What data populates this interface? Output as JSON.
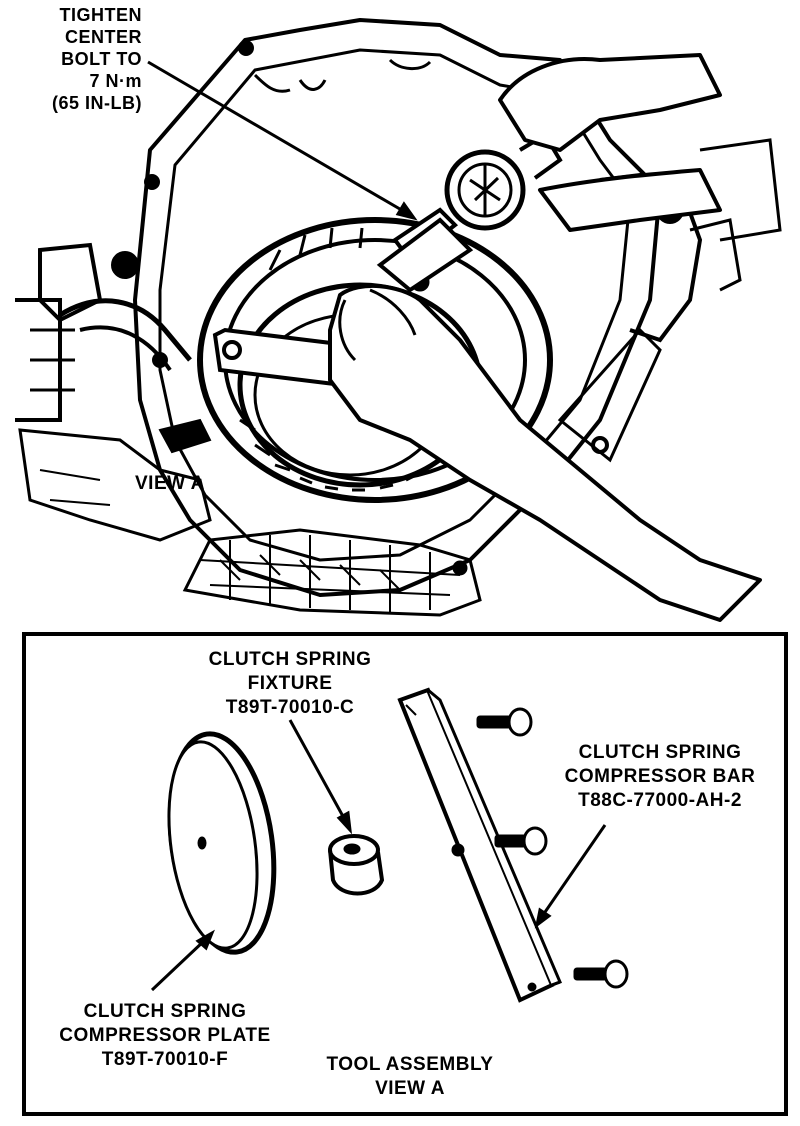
{
  "top_callout": {
    "line1": "TIGHTEN",
    "line2": "CENTER",
    "line3": "BOLT TO",
    "line4": "7 N·m",
    "line5": "(65 IN-LB)"
  },
  "view_label": "VIEW A",
  "fixture": {
    "line1": "CLUTCH SPRING",
    "line2": "FIXTURE",
    "line3": "T89T-70010-C"
  },
  "bar": {
    "line1": "CLUTCH SPRING",
    "line2": "COMPRESSOR BAR",
    "line3": "T88C-77000-AH-2"
  },
  "plate": {
    "line1": "CLUTCH SPRING",
    "line2": "COMPRESSOR PLATE",
    "line3": "T89T-70010-F"
  },
  "caption": {
    "line1": "TOOL ASSEMBLY",
    "line2": "VIEW A"
  }
}
